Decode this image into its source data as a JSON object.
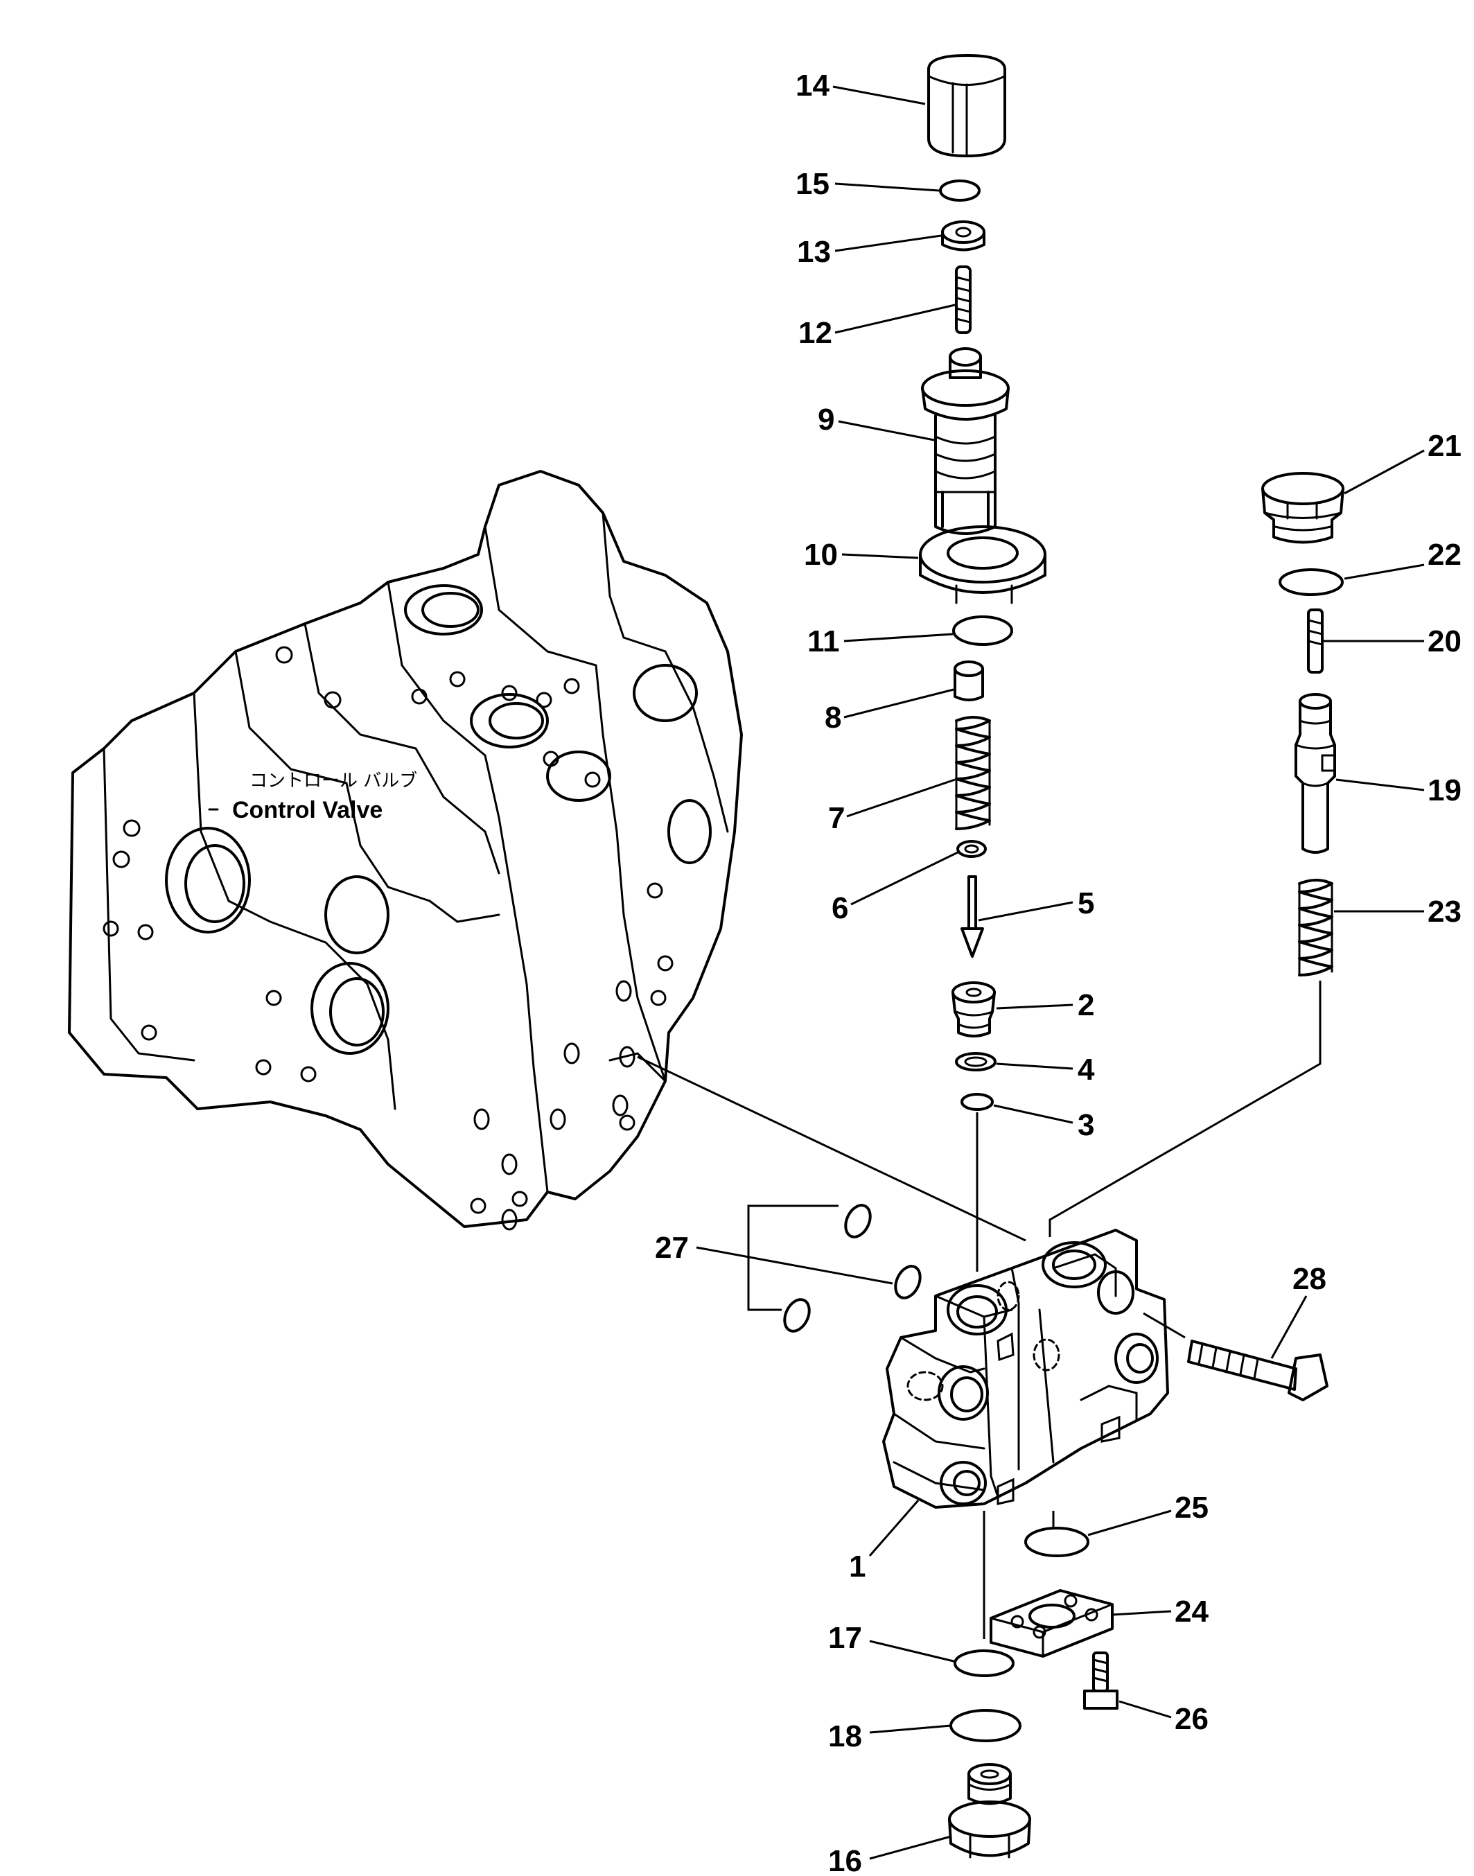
{
  "component_caption": {
    "japanese": "コントロール バルブ",
    "english": "Control Valve"
  },
  "part_labels": [
    "1",
    "2",
    "3",
    "4",
    "5",
    "6",
    "7",
    "8",
    "9",
    "10",
    "11",
    "12",
    "13",
    "14",
    "15",
    "16",
    "17",
    "18",
    "19",
    "20",
    "21",
    "22",
    "23",
    "24",
    "25",
    "26",
    "27",
    "28"
  ]
}
